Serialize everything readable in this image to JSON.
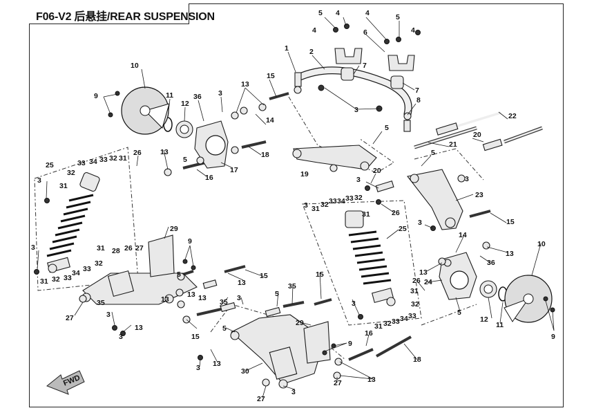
{
  "title": "F06-V2  后悬挂/REAR SUSPENSION",
  "direction_label": "FWD",
  "callouts": {
    "c1": "1",
    "c2": "2",
    "c3": "3",
    "c4": "4",
    "c5": "5",
    "c6": "6",
    "c7": "7",
    "c8": "8",
    "c9": "9",
    "c10": "10",
    "c11": "11",
    "c12": "12",
    "c13": "13",
    "c14": "14",
    "c15": "15",
    "c16": "16",
    "c17": "17",
    "c18": "18",
    "c19": "19",
    "c20": "20",
    "c21": "21",
    "c22": "22",
    "c23": "23",
    "c24": "24",
    "c25": "25",
    "c26": "26",
    "c27": "27",
    "c28": "28",
    "c29": "29",
    "c30": "30",
    "c31": "31",
    "c32": "32",
    "c33": "33",
    "c34": "34",
    "c35": "35",
    "c36": "36"
  }
}
